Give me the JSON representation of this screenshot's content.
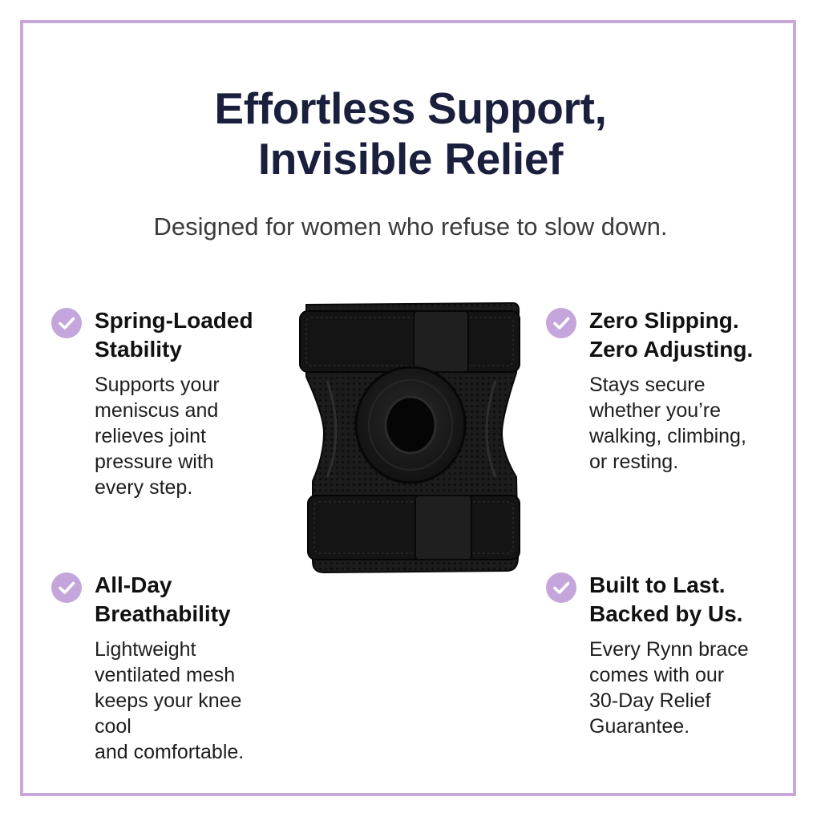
{
  "header": {
    "title_line1": "Effortless Support,",
    "title_line2": "Invisible Relief",
    "subtitle": "Designed for women who refuse to slow down."
  },
  "features": [
    {
      "icon": "check-icon",
      "title_lines": [
        "Spring-Loaded",
        "Stability"
      ],
      "desc_lines": [
        "Supports your",
        "meniscus and",
        "relieves joint",
        "pressure with",
        "every step."
      ]
    },
    {
      "icon": "check-icon",
      "title_lines": [
        "Zero Slipping.",
        "Zero Adjusting."
      ],
      "desc_lines": [
        "Stays secure",
        "whether you’re",
        "walking, climbing,",
        "or resting."
      ]
    },
    {
      "icon": "check-icon",
      "title_lines": [
        "All-Day",
        "Breathability"
      ],
      "desc_lines": [
        "Lightweight",
        "ventilated mesh",
        "keeps your knee cool",
        "and comfortable."
      ]
    },
    {
      "icon": "check-icon",
      "title_lines": [
        "Built to Last.",
        "Backed by Us."
      ],
      "desc_lines": [
        "Every Rynn brace",
        "comes with our",
        "30-Day Relief",
        "Guarantee."
      ]
    }
  ],
  "colors": {
    "border": "#c7a8d9",
    "check_circle": "#c4a6dc",
    "title_navy": "#1a1f3d",
    "product_black": "#141414"
  }
}
